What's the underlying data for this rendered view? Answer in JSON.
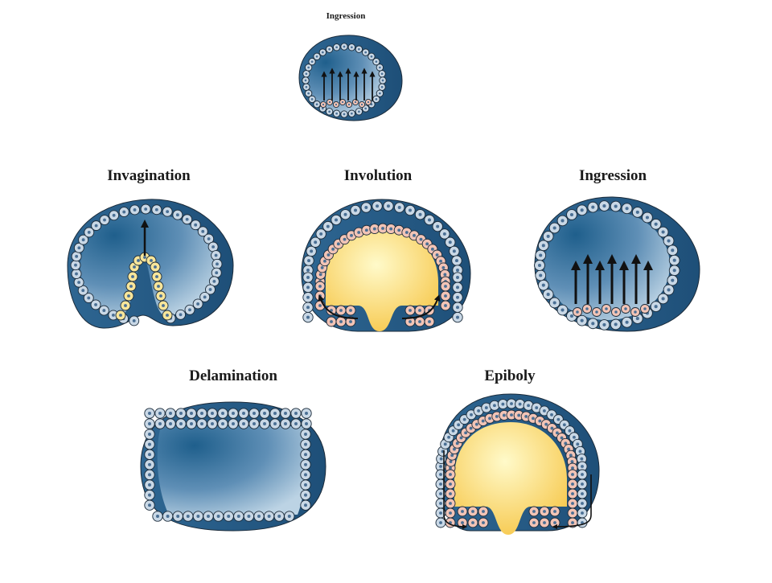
{
  "labels": {
    "ingression_small": "Ingression",
    "invagination": "Invagination",
    "involution": "Involution",
    "ingression": "Ingression",
    "delamination": "Delamination",
    "epiboly": "Epiboly"
  },
  "colors": {
    "blastocoel_dark": "#1f5f8c",
    "blastocoel_light": "#b8d0e2",
    "shell": "#3c74a2",
    "ectoderm_cell": "#c9d8e6",
    "ectoderm_nucleus": "#4a6f94",
    "mesoderm_cell": "#f2c4b6",
    "endoderm_cell": "#f7e59a",
    "yolk_center": "#fff7c2",
    "yolk_edge": "#f6c545",
    "outline": "#1b2b3a"
  }
}
